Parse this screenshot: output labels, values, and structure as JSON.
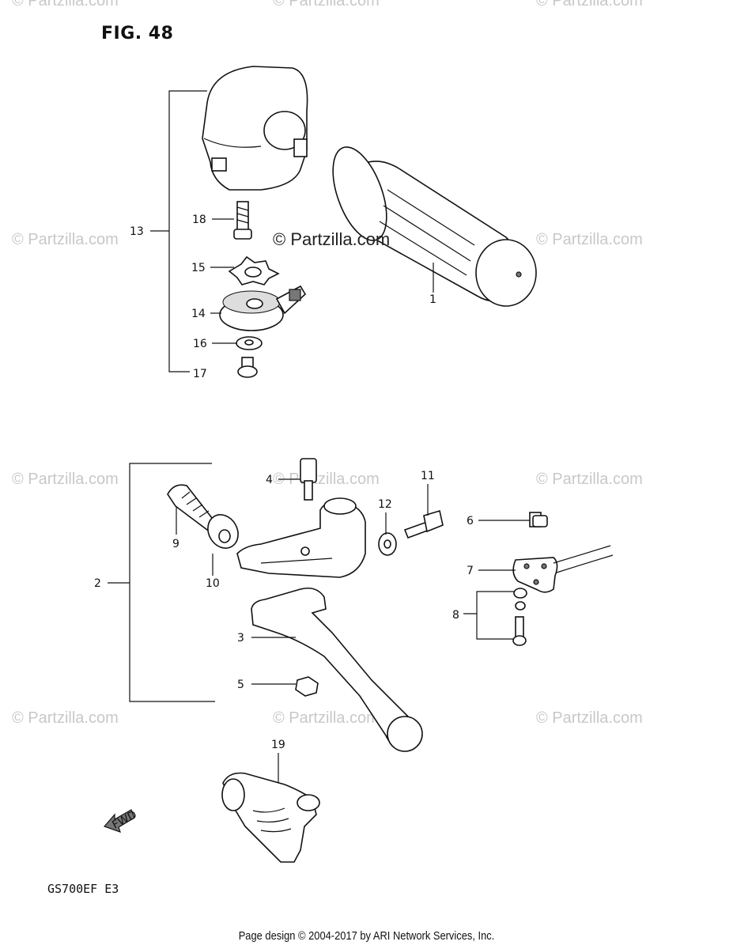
{
  "figure": {
    "title": "FIG. 48"
  },
  "model_code": "GS700EF  E3",
  "footer": "Page design © 2004-2017 by ARI Network Services, Inc.",
  "watermark": {
    "text": "© Partzilla.com",
    "center_text": "© Partzilla.com"
  },
  "arrow_label": "FWD",
  "callouts": {
    "c1": "1",
    "c2": "2",
    "c3": "3",
    "c4": "4",
    "c5": "5",
    "c6": "6",
    "c7": "7",
    "c8": "8",
    "c9": "9",
    "c10": "10",
    "c11": "11",
    "c12": "12",
    "c13": "13",
    "c14": "14",
    "c15": "15",
    "c16": "16",
    "c17": "17",
    "c18": "18",
    "c19": "19"
  }
}
